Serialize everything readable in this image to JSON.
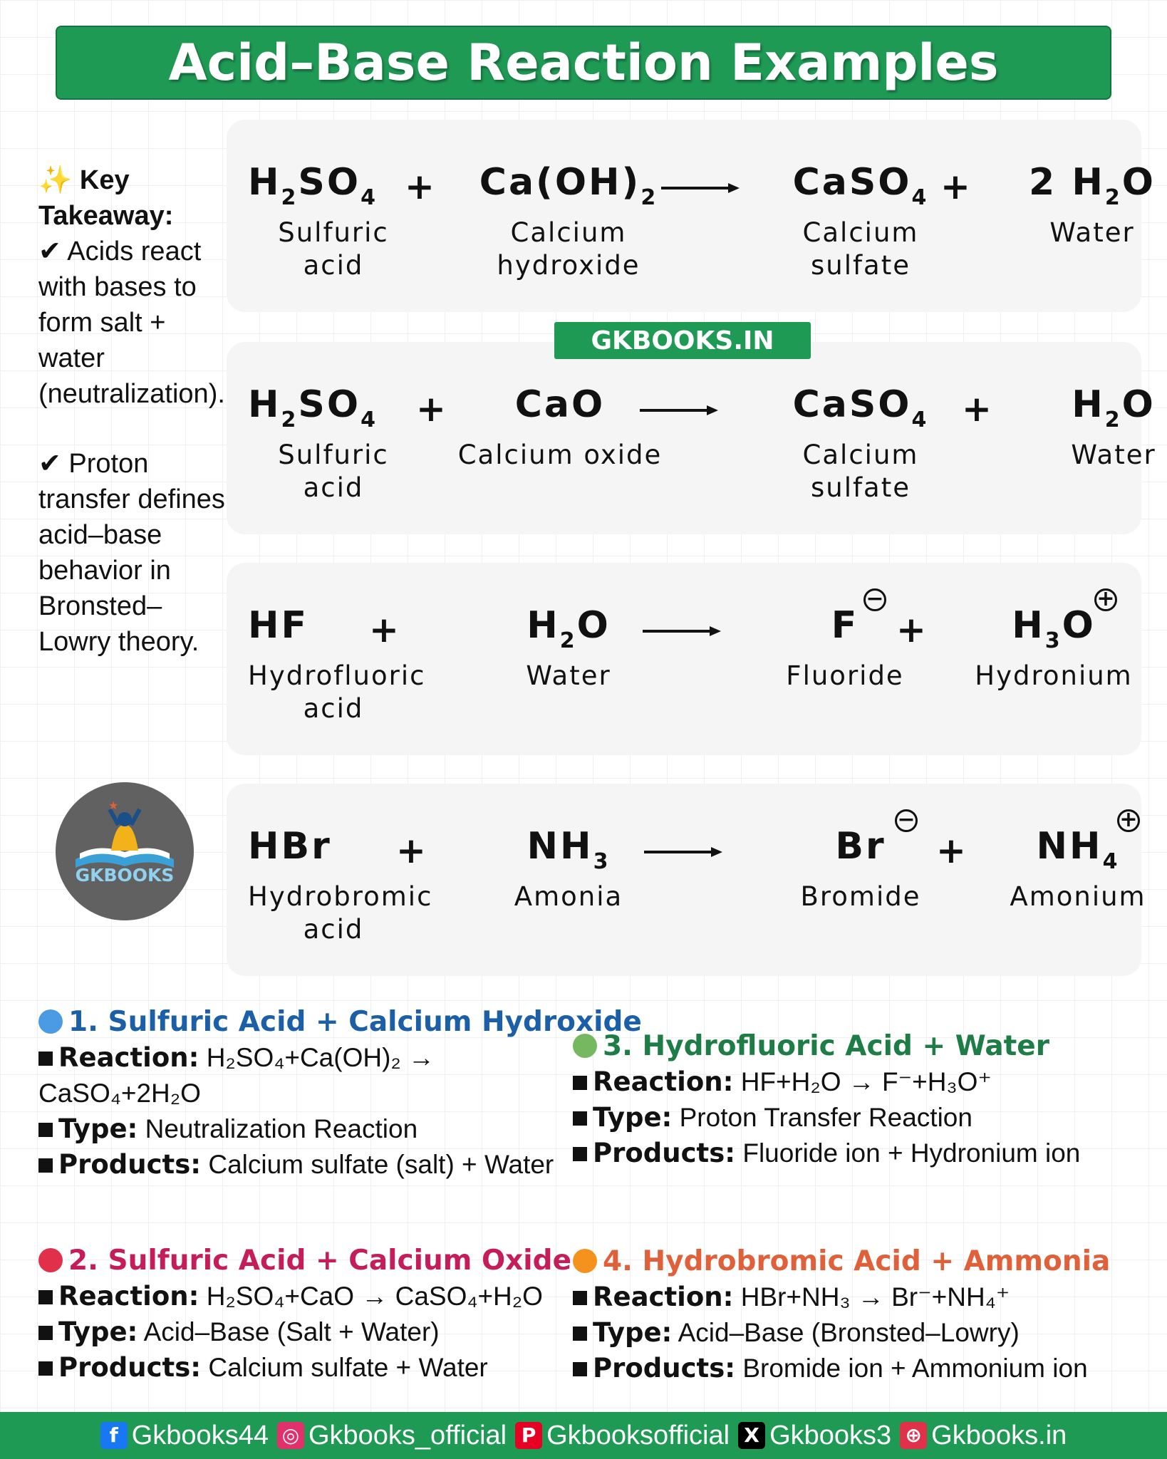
{
  "title": "Acid–Base Reaction Examples",
  "watermark": "GKBOOKS.IN",
  "key_takeaway": {
    "heading": "Key Takeaway:",
    "point1": "✔ Acids react with bases to form salt + water (neutralization).",
    "point2": "✔ Proton transfer defines acid–base behavior in Bronsted–Lowry theory."
  },
  "reactions": [
    {
      "r1": {
        "sym": "H",
        "sub": "2",
        "sym2": "SO",
        "sub2": "4",
        "name": "Sulfuric acid"
      },
      "r2": {
        "sym": "Ca(OH)",
        "sub": "2",
        "name": "Calcium hydroxide"
      },
      "p1": {
        "sym": "CaSO",
        "sub": "4",
        "name": "Calcium sulfate"
      },
      "p2": {
        "sym": "2 H",
        "sub": "2",
        "sym2": "O",
        "name": "Water"
      }
    },
    {
      "r1": {
        "sym": "H",
        "sub": "2",
        "sym2": "SO",
        "sub2": "4",
        "name": "Sulfuric acid"
      },
      "r2": {
        "sym": "CaO",
        "name": "Calcium oxide"
      },
      "p1": {
        "sym": "CaSO",
        "sub": "4",
        "name": "Calcium sulfate"
      },
      "p2": {
        "sym": "H",
        "sub": "2",
        "sym2": "O",
        "name": "Water"
      }
    },
    {
      "r1": {
        "sym": "HF",
        "name": "Hydrofluoric acid"
      },
      "r2": {
        "sym": "H",
        "sub": "2",
        "sym2": "O",
        "name": "Water"
      },
      "p1": {
        "sym": "F",
        "name": "Fluoride",
        "charge": "−"
      },
      "p2": {
        "sym": "H",
        "sub": "3",
        "sym2": "O",
        "name": "Hydronium",
        "charge": "+"
      }
    },
    {
      "r1": {
        "sym": "HBr",
        "name": "Hydrobromic acid"
      },
      "r2": {
        "sym": "NH",
        "sub": "3",
        "name": "Amonia"
      },
      "p1": {
        "sym": "Br",
        "name": "Bromide",
        "charge": "−"
      },
      "p2": {
        "sym": "NH",
        "sub": "4",
        "name": "Amonium",
        "charge": "+"
      }
    }
  ],
  "plus": "+",
  "logo_text": "GKBOOKS",
  "sections": [
    {
      "heading": "1. Sulfuric Acid + Calcium Hydroxide",
      "color": "#1a5fa8",
      "dot": "#4a9be3",
      "reaction_label": "Reaction:",
      "reaction": "H₂SO₄+Ca(OH)₂ → CaSO₄+2H₂O",
      "type_label": "Type:",
      "type": "Neutralization Reaction",
      "products_label": "Products:",
      "products": "Calcium sulfate (salt) + Water"
    },
    {
      "heading": "2. Sulfuric Acid + Calcium Oxide",
      "color": "#c41d5a",
      "dot": "#e0304a",
      "reaction_label": "Reaction:",
      "reaction": "H₂SO₄+CaO → CaSO₄+H₂O",
      "type_label": "Type:",
      "type": "Acid–Base (Salt + Water)",
      "products_label": "Products:",
      "products": "Calcium sulfate + Water"
    },
    {
      "heading": "3. Hydrofluoric Acid + Water",
      "color": "#1e7d46",
      "dot": "#76b860",
      "reaction_label": "Reaction:",
      "reaction": "HF+H₂O → F⁻+H₃O⁺",
      "type_label": "Type:",
      "type": "Proton Transfer Reaction",
      "products_label": "Products:",
      "products": "Fluoride ion + Hydronium ion"
    },
    {
      "heading": "4. Hydrobromic Acid + Ammonia",
      "color": "#e0603a",
      "dot": "#f5921e",
      "reaction_label": "Reaction:",
      "reaction": "HBr+NH₃ → Br⁻+NH₄⁺",
      "type_label": "Type:",
      "type": "Acid–Base (Bronsted–Lowry)",
      "products_label": "Products:",
      "products": "Bromide ion + Ammonium ion"
    }
  ],
  "footer": [
    {
      "icon": "facebook-icon",
      "label": "Gkbooks44",
      "color": "#1877f2"
    },
    {
      "icon": "instagram-icon",
      "label": "Gkbooks_official",
      "color": "#e1306c"
    },
    {
      "icon": "pinterest-icon",
      "label": "Gkbooksofficial",
      "color": "#e60023"
    },
    {
      "icon": "x-icon",
      "label": "Gkbooks3",
      "color": "#000000"
    },
    {
      "icon": "globe-icon",
      "label": "Gkbooks.in",
      "color": "#e0304a"
    }
  ]
}
